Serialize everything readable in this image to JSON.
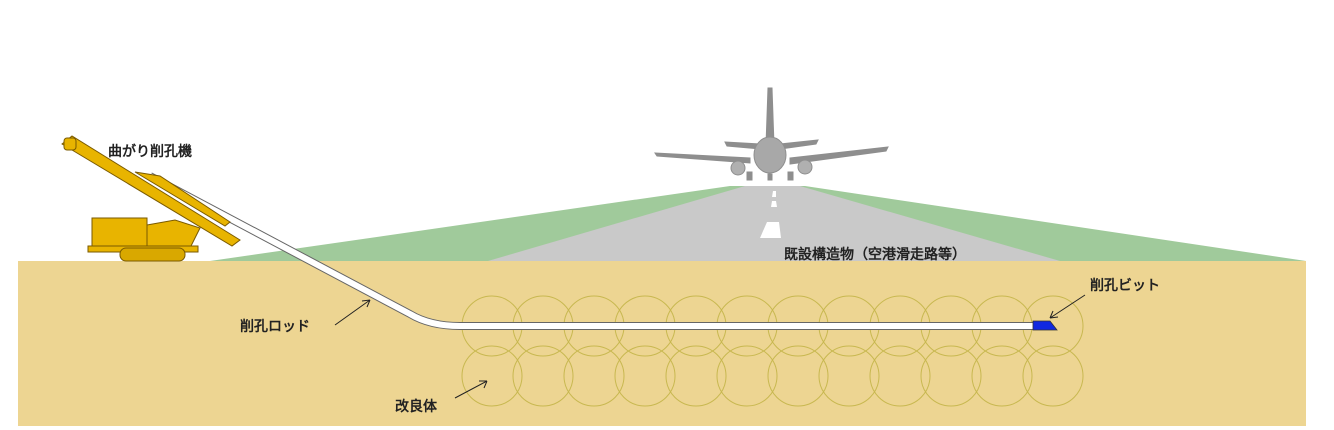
{
  "labels": {
    "machine": "曲がり削孔機",
    "structure": "既設構造物（空港滑走路等）",
    "rod": "削孔ロッド",
    "bit": "削孔ビット",
    "improved_body": "改良体"
  },
  "colors": {
    "ground": "#EDD592",
    "grass": "#A0CA9B",
    "runway": "#C9C9C9",
    "aircraft": "#8E8E8E",
    "machine": "#E8B400",
    "circle": "#C8B850",
    "bit": "#1028E0"
  }
}
